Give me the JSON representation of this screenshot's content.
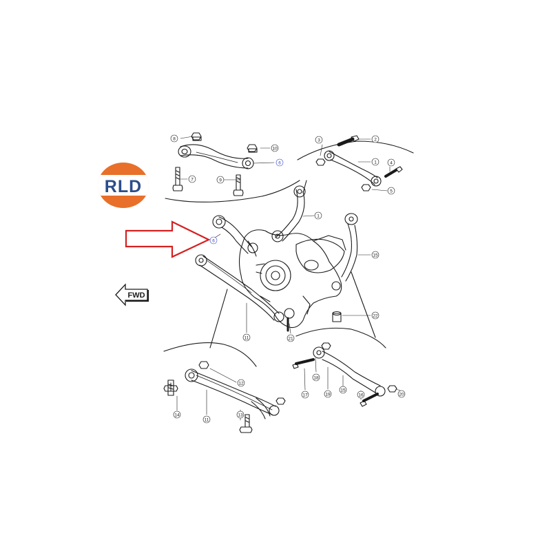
{
  "logo": {
    "text": "RLD",
    "colors": {
      "orange": "#e8702a",
      "band": "#ffffff",
      "text": "#2b4d8a"
    }
  },
  "direction_label": "FWD",
  "callouts": {
    "c1a": "1",
    "c1b": "1",
    "c2": "2",
    "c3": "3",
    "c4": "4",
    "c5": "5",
    "c6a": "6",
    "c6b": "6",
    "c7": "7",
    "c8": "8",
    "c9": "9",
    "c10": "10",
    "c11a": "11",
    "c11b": "11",
    "c12": "12",
    "c13": "13",
    "c14": "14",
    "c15a": "15",
    "c15b": "15",
    "c16": "16",
    "c17": "17",
    "c18": "18",
    "c19": "19",
    "c20": "20",
    "c21": "21",
    "c22": "22"
  },
  "colors": {
    "line": "#1a1a1a",
    "arrow": "#d42020",
    "callout_highlight": "#3344cc"
  }
}
